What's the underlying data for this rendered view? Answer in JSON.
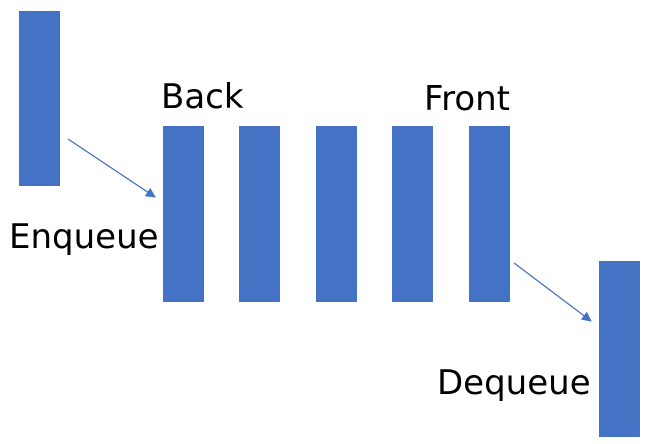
{
  "labels": {
    "back": "Back",
    "front": "Front",
    "enqueue": "Enqueue",
    "dequeue": "Dequeue"
  },
  "queue": {
    "slots": 5
  },
  "colors": {
    "block": "#4472C4",
    "arrow": "#4472C4",
    "text": "#000000",
    "background": "#FFFFFF"
  }
}
